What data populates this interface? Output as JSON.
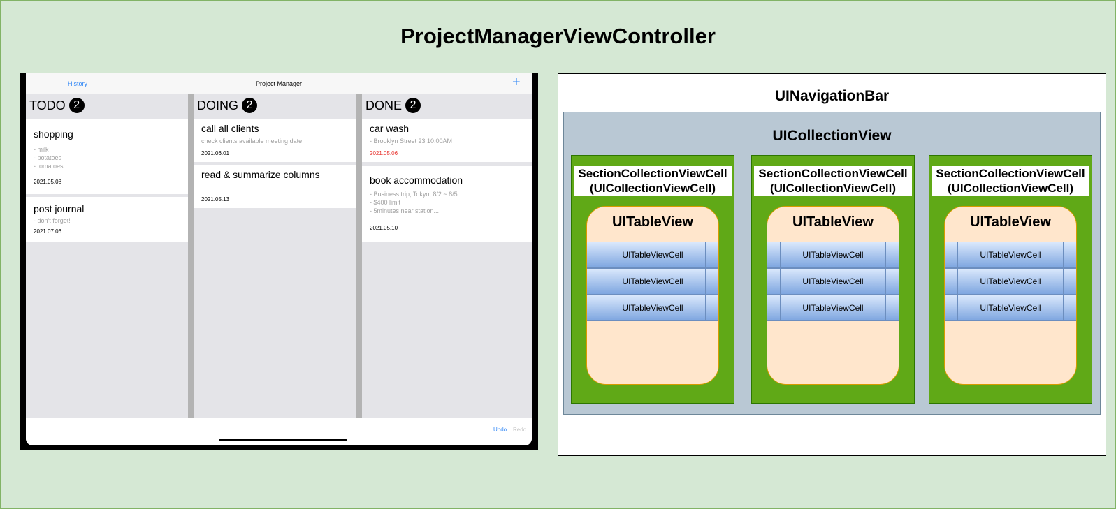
{
  "title": "ProjectManagerViewController",
  "app": {
    "nav": {
      "left": "History",
      "title": "Project Manager",
      "right_icon": "plus-icon",
      "right_glyph": "+"
    },
    "columns": [
      {
        "title": "TODO",
        "count": "2",
        "cards": [
          {
            "title": "shopping",
            "body": "- milk\n- potatoes\n- tomatoes",
            "date": "2021.05.08",
            "overdue": false
          },
          {
            "title": "post journal",
            "body": "- don't forget!",
            "date": "2021.07.06",
            "overdue": false
          }
        ]
      },
      {
        "title": "DOING",
        "count": "2",
        "cards": [
          {
            "title": "call all clients",
            "body": "check clients available meeting date",
            "date": "2021.06.01",
            "overdue": false
          },
          {
            "title": "read & summarize columns",
            "body": "",
            "date": "2021.05.13",
            "overdue": false
          }
        ]
      },
      {
        "title": "DONE",
        "count": "2",
        "cards": [
          {
            "title": "car wash",
            "body": "- Brooklyn Street 23 10:00AM",
            "date": "2021.05.06",
            "overdue": true
          },
          {
            "title": "book accommodation",
            "body": "- Business trip, Tokyo, 8/2 ~ 8/5\n- $400 limit\n- 5minutes near station...",
            "date": "2021.05.10",
            "overdue": false
          }
        ]
      }
    ],
    "toolbar": {
      "undo": "Undo",
      "redo": "Redo"
    },
    "colors": {
      "accent": "#2f86f6",
      "overdue": "#e8302b"
    }
  },
  "diagram": {
    "navigation_bar": "UINavigationBar",
    "collection_view": "UICollectionView",
    "sections": [
      {
        "cell_label_line1": "SectionCollectionViewCell",
        "cell_label_line2": "(UICollectionViewCell)",
        "table_view": "UITableView",
        "cells": [
          "UITableViewCell",
          "UITableViewCell",
          "UITableViewCell"
        ]
      },
      {
        "cell_label_line1": "SectionCollectionViewCell",
        "cell_label_line2": "(UICollectionViewCell)",
        "table_view": "UITableView",
        "cells": [
          "UITableViewCell",
          "UITableViewCell",
          "UITableViewCell"
        ]
      },
      {
        "cell_label_line1": "SectionCollectionViewCell",
        "cell_label_line2": "(UICollectionViewCell)",
        "table_view": "UITableView",
        "cells": [
          "UITableViewCell",
          "UITableViewCell",
          "UITableViewCell"
        ]
      }
    ],
    "colors": {
      "background": "#d5e8d4",
      "collection": "#b9c8d4",
      "section": "#60a917",
      "table_view": "#ffe6cc",
      "cell": "#7ea6e0"
    }
  }
}
